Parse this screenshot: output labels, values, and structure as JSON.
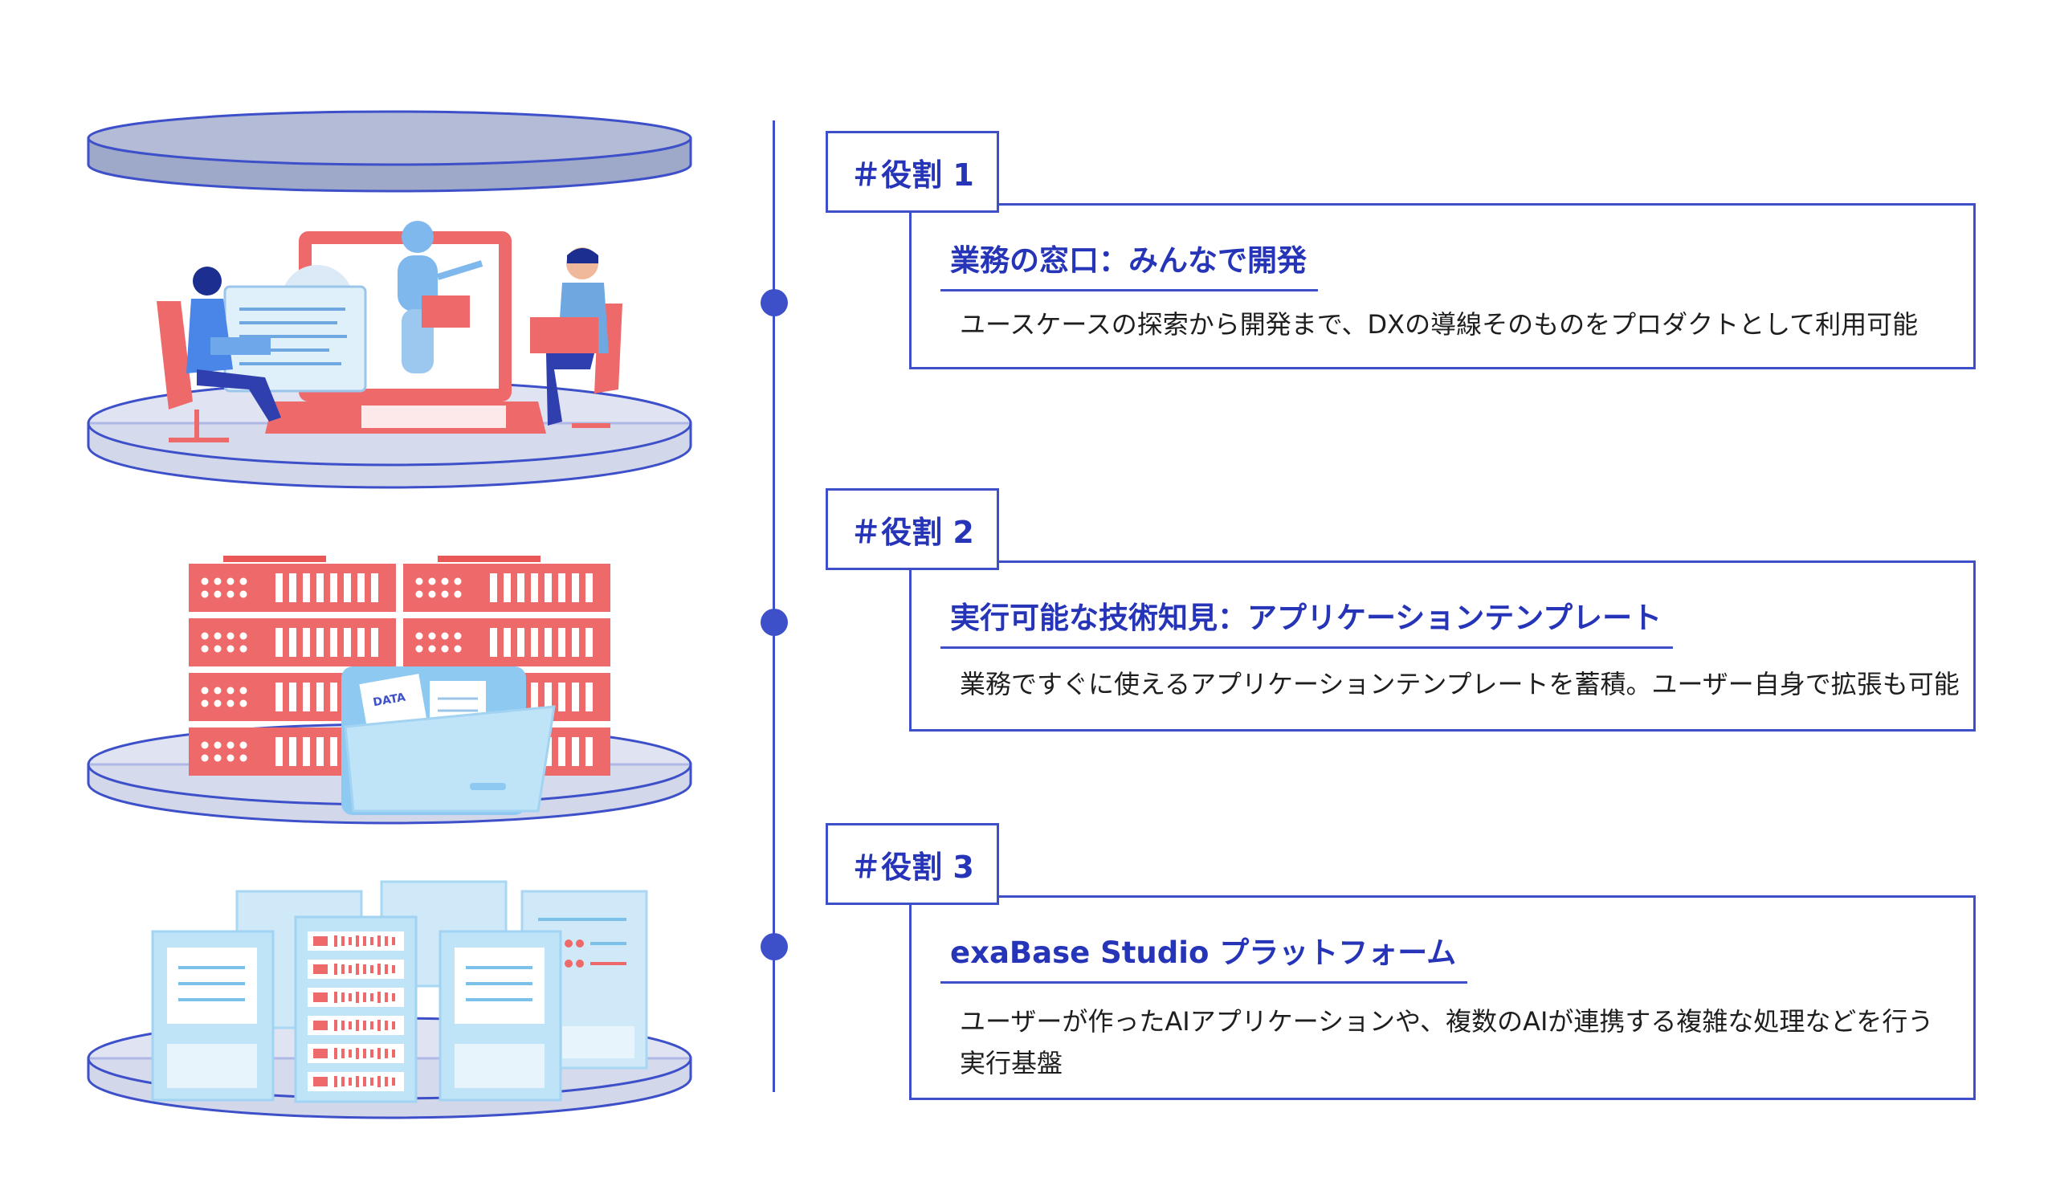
{
  "roles": [
    {
      "tag": "＃役割 1",
      "title": "業務の窓口：みんなで開発",
      "description_lines": [
        "ユースケースの探索から開発まで、DXの導線そのものをプロダクトとして利用可能"
      ],
      "illustration": "people-with-robot-and-laptops-illustration"
    },
    {
      "tag": "＃役割 2",
      "title": "実行可能な技術知見：アプリケーションテンプレート",
      "description_lines": [
        "業務ですぐに使えるアプリケーションテンプレートを蓄積。ユーザー自身で拡張も可能"
      ],
      "illustration": "server-racks-with-data-folder-illustration",
      "folder_label": "DATA"
    },
    {
      "tag": "＃役割 3",
      "title": "exaBase Studio プラットフォーム",
      "description_lines": [
        "ユーザーが作ったAIアプリケーションや、複数のAIが連携する複雑な処理などを行う",
        "実行基盤"
      ],
      "illustration": "document-servers-platform-illustration"
    }
  ],
  "colors": {
    "accent": "#3d50c9",
    "title_text": "#2634b8",
    "disc_fill": "#b3bbd6",
    "server_red": "#ee6a6a",
    "light_blue": "#bfe3f7"
  }
}
